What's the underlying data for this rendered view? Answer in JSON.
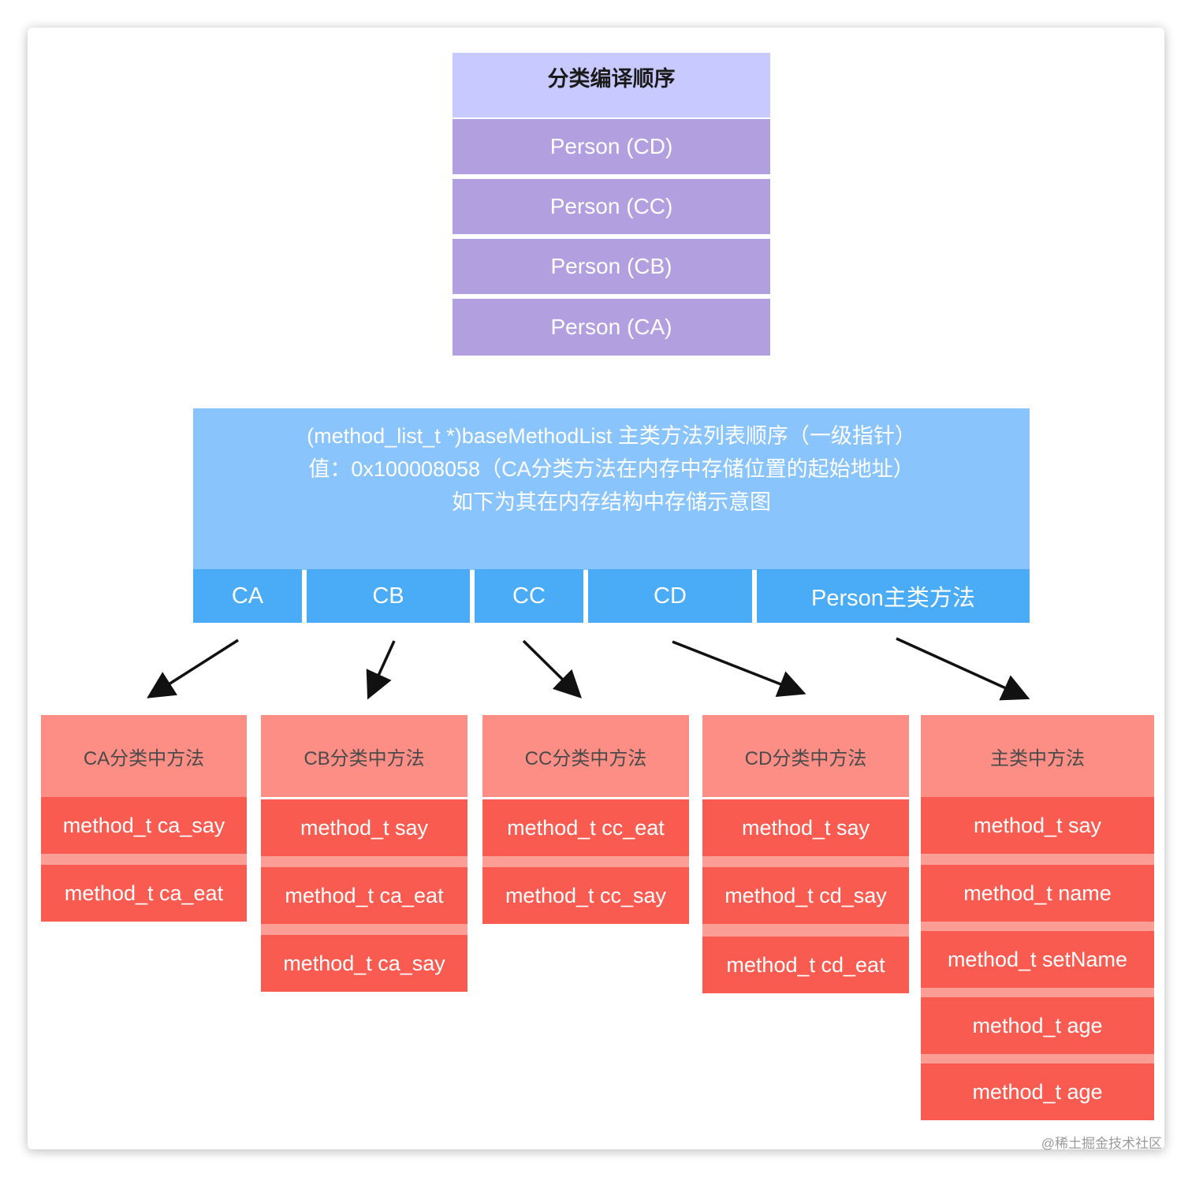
{
  "compile_order": {
    "title": "分类编译顺序",
    "items": [
      "Person (CD)",
      "Person (CC)",
      "Person (CB)",
      "Person (CA)"
    ]
  },
  "base_method_list": {
    "lines": [
      "(method_list_t *)baseMethodList 主类方法列表顺序（一级指针）",
      "值：0x100008058（CA分类方法在内存中存储位置的起始地址）",
      "如下为其在内存结构中存储示意图"
    ],
    "segments": [
      "CA",
      "CB",
      "CC",
      "CD",
      "Person主类方法"
    ]
  },
  "columns": [
    {
      "title": "CA分类中方法",
      "methods": [
        "method_t ca_say",
        "method_t ca_eat"
      ]
    },
    {
      "title": "CB分类中方法",
      "methods": [
        "method_t say",
        "method_t ca_eat",
        "method_t ca_say"
      ]
    },
    {
      "title": "CC分类中方法",
      "methods": [
        "method_t cc_eat",
        "method_t cc_say"
      ]
    },
    {
      "title": "CD分类中方法",
      "methods": [
        "method_t say",
        "method_t cd_say",
        "method_t cd_eat"
      ]
    },
    {
      "title": "主类中方法",
      "methods": [
        "method_t say",
        "method_t name",
        "method_t setName",
        "method_t age",
        "method_t age"
      ]
    }
  ],
  "watermark": "@稀土掘金技术社区",
  "colors": {
    "order_title": "#c8caff",
    "order_item": "#b19fe0",
    "base_box": "#8ac4fc",
    "segment": "#4aacf7",
    "column_head": "#fc8e86",
    "column_row": "#fa5b50"
  }
}
